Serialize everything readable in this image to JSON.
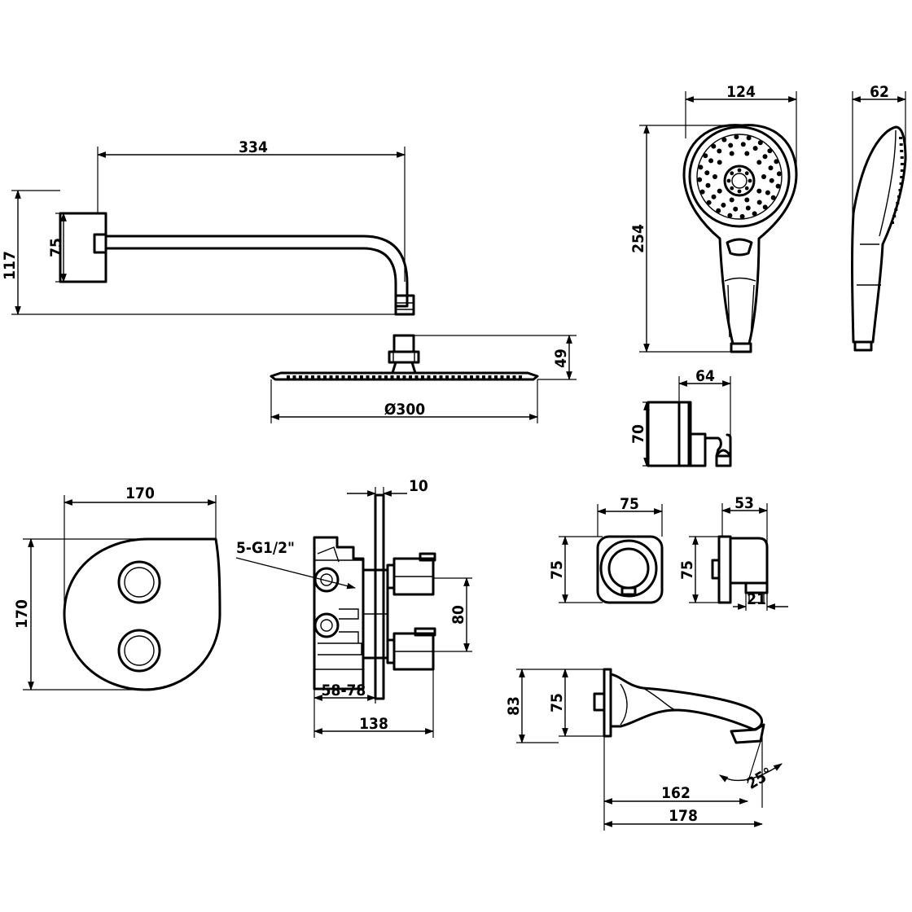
{
  "dimensions": {
    "arm_length": "334",
    "arm_height_total": "117",
    "arm_flange": "75",
    "rain_head_diameter": "Ø300",
    "rain_head_height": "49",
    "hand_width": "124",
    "hand_height": "254",
    "hand_depth": "62",
    "holder_width": "64",
    "holder_height": "70",
    "plate_width": "170",
    "plate_height": "170",
    "valve_wall": "10",
    "valve_thread": "5-G1/2\"",
    "valve_spacing": "80",
    "valve_depth_range": "58-78",
    "valve_total_depth": "138",
    "outlet_width": "75",
    "outlet_height": "75",
    "elbow_depth": "53",
    "elbow_height": "75",
    "elbow_offset": "21",
    "spout_flange": "75",
    "spout_height": "83",
    "spout_angle": "25°",
    "spout_reach": "162",
    "spout_total": "178"
  }
}
